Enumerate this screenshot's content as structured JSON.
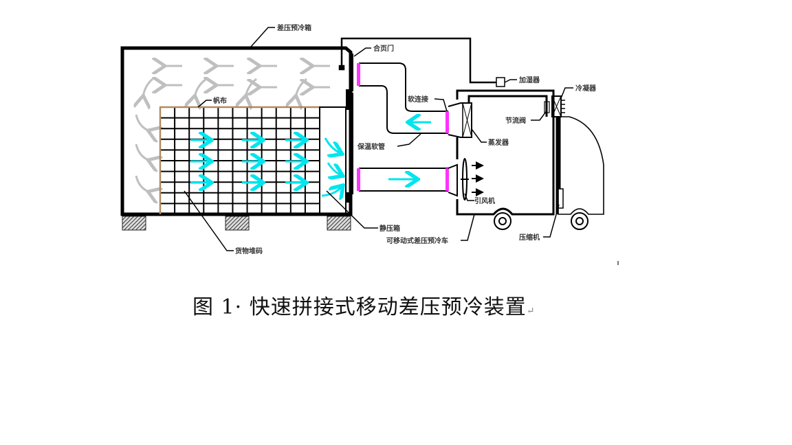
{
  "figure": {
    "caption": "图 1· 快速拼接式移动差压预冷装置",
    "paragraph_mark": "↵"
  },
  "labels": {
    "precooling_box": "差压预冷箱",
    "hinge_door": "合页门",
    "canvas": "帆布",
    "flexible_joint": "软连接",
    "humidifier": "加湿器",
    "condenser": "冷凝器",
    "throttle_valve": "节流阀",
    "evaporator": "蒸发器",
    "insulated_hose": "保温软管",
    "induced_fan": "引风机",
    "static_pressure_box": "静压箱",
    "mobile_precooling_vehicle": "可移动式差压预冷车",
    "compressor": "压缩机",
    "cargo_stack": "货物堆码"
  },
  "colors": {
    "outline": "#000000",
    "return_air_arrow": "#bfbfbf",
    "cold_air_arrow": "#00e5ee",
    "flexible_joint": "#ff33ff",
    "canvas_edge": "#b08a60",
    "hatch": "#555555"
  }
}
